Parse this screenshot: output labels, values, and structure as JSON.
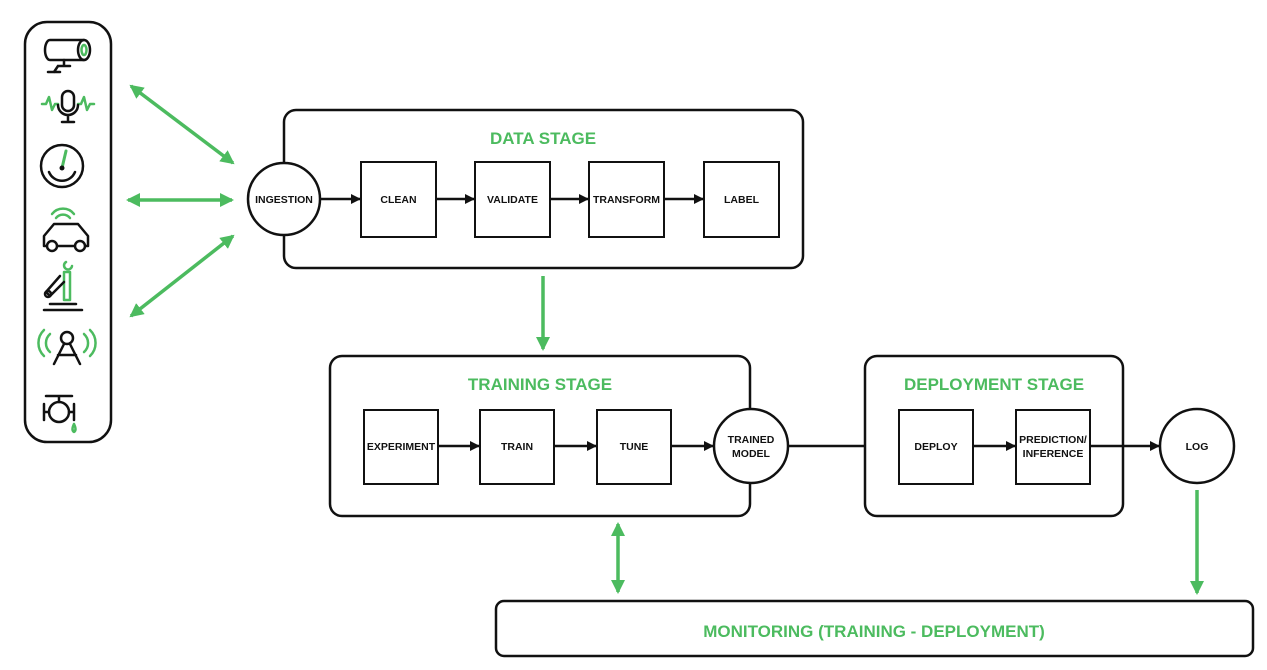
{
  "colors": {
    "accent": "#4cbb5f",
    "stroke": "#111111",
    "background": "#ffffff"
  },
  "source_icons": [
    "pipe-camera-icon",
    "microphone-signal-icon",
    "gauge-icon",
    "connected-car-icon",
    "robotic-arm-icon",
    "radio-tower-icon",
    "valve-icon"
  ],
  "data_stage": {
    "title": "DATA STAGE",
    "ingestion": "INGESTION",
    "steps": [
      "CLEAN",
      "VALIDATE",
      "TRANSFORM",
      "LABEL"
    ]
  },
  "training_stage": {
    "title": "TRAINING STAGE",
    "steps": [
      "EXPERIMENT",
      "TRAIN",
      "TUNE"
    ],
    "output": [
      "TRAINED",
      "MODEL"
    ]
  },
  "deployment_stage": {
    "title": "DEPLOYMENT STAGE",
    "steps": [
      [
        "DEPLOY"
      ],
      [
        "PREDICTION/",
        "INFERENCE"
      ]
    ],
    "log": "LOG"
  },
  "monitoring": {
    "title": "MONITORING (TRAINING - DEPLOYMENT)"
  }
}
